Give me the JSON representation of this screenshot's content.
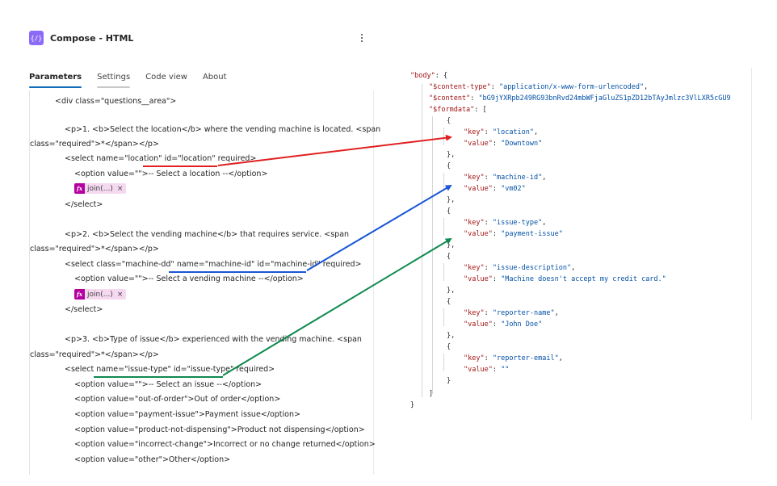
{
  "header": {
    "title": "Compose - HTML",
    "icon": "code-icon",
    "icon_glyph": "{/}",
    "accent": "#8c6cf7"
  },
  "tabs": [
    {
      "label": "Parameters",
      "active": true
    },
    {
      "label": "Settings",
      "active": false
    },
    {
      "label": "Code view",
      "active": false
    },
    {
      "label": "About",
      "active": false
    }
  ],
  "editor": {
    "lines": [
      "<div class=\"questions__area\">",
      "<p>1. <b>Select the location</b> where the vending machine is located. <span",
      "class=\"required\">*</span></p>",
      "<select name=\"location\" id=\"location\" required>",
      "<option value=\"\">-- Select a location --</option>",
      "</select>",
      "<p>2. <b>Select the vending machine</b> that requires service. <span",
      "class=\"required\">*</span></p>",
      "<select class=\"machine-dd\" name=\"machine-id\" id=\"machine-id\" required>",
      "<option value=\"\">-- Select a vending machine --</option>",
      "</select>",
      "<p>3. <b>Type of issue</b> experienced with the vending machine. <span",
      "class=\"required\">*</span></p>",
      "<select name=\"issue-type\" id=\"issue-type\" required>",
      "<option value=\"\">-- Select an issue --</option>",
      "<option value=\"out-of-order\">Out of order</option>",
      "<option value=\"payment-issue\">Payment issue</option>",
      "<option value=\"product-not-dispensing\">Product not dispensing</option>",
      "<option value=\"incorrect-change\">Incorrect or no change returned</option>",
      "<option value=\"other\">Other</option>"
    ],
    "tokens": [
      {
        "fx": "fx",
        "label": "join(...)",
        "close": "×"
      },
      {
        "fx": "fx",
        "label": "join(...)",
        "close": "×"
      }
    ]
  },
  "json": {
    "body_key": "\"body\"",
    "content_type_key": "\"$content-type\"",
    "content_type_value": "\"application/x-www-form-urlencoded\"",
    "content_key": "\"$content\"",
    "content_value": "\"bG9jYXRpb249RG93bnRvd24mbWFjaGluZS1pZD12bTAyJmlzc3VlLXR5cGU9",
    "formdata_key": "\"$formdata\"",
    "entries": [
      {
        "key": "\"location\"",
        "value": "\"Downtown\""
      },
      {
        "key": "\"machine-id\"",
        "value": "\"vm02\""
      },
      {
        "key": "\"issue-type\"",
        "value": "\"payment-issue\""
      },
      {
        "key": "\"issue-description\"",
        "value": "\"Machine doesn't accept my credit card.\""
      },
      {
        "key": "\"reporter-name\"",
        "value": "\"John Doe\""
      },
      {
        "key": "\"reporter-email\"",
        "value": "\"\""
      }
    ],
    "key_label": "\"key\"",
    "value_label": "\"value\""
  },
  "colors": {
    "red_arrow": "#e02020",
    "blue_arrow": "#1a56d6",
    "green_arrow": "#0e8a4f",
    "tab_underline": "#0f6cbd",
    "json_key": "#a31515",
    "json_string": "#0451a5"
  }
}
